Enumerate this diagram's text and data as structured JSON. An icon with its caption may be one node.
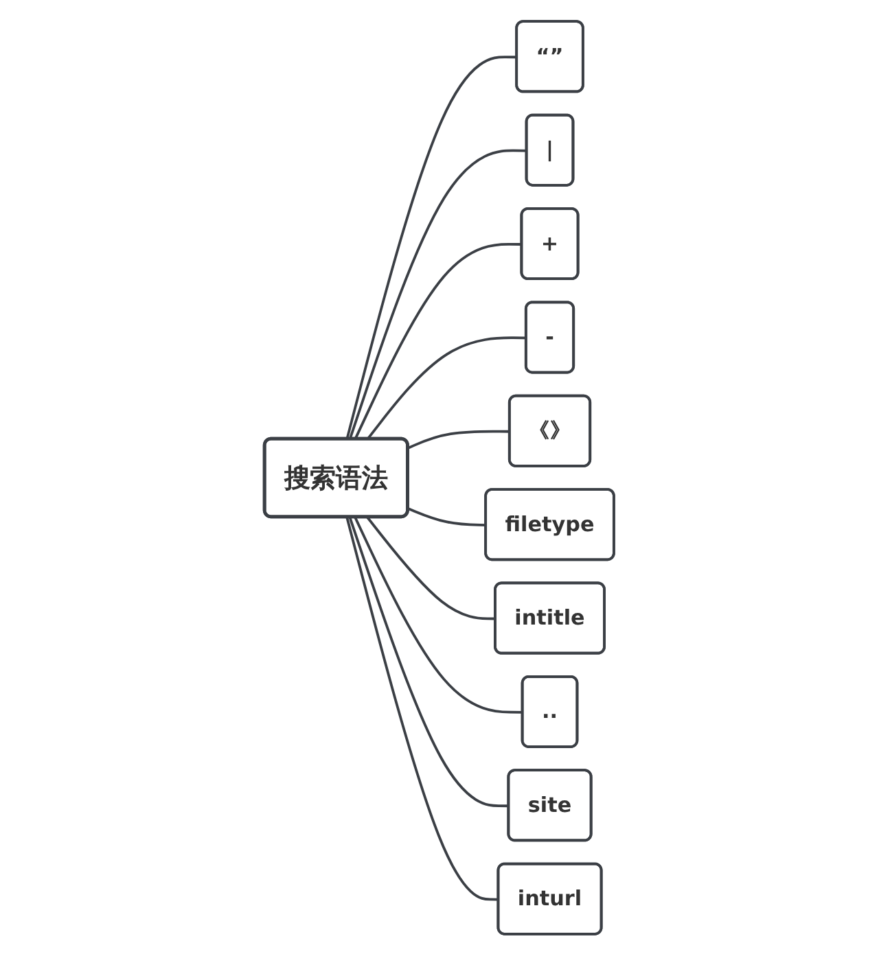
{
  "diagram": {
    "nodes": [
      {
        "text": [
          "搜索语法"
        ]
      },
      {
        "text": [
          "“”"
        ]
      },
      {
        "text": [
          "|"
        ]
      },
      {
        "text": [
          "+"
        ]
      },
      {
        "text": [
          "-"
        ]
      },
      {
        "text": [
          "《》"
        ]
      },
      {
        "text": [
          "filetype"
        ]
      },
      {
        "text": [
          "intitle"
        ]
      },
      {
        "text": [
          ".."
        ]
      },
      {
        "text": [
          "site"
        ]
      },
      {
        "text": [
          "inturl"
        ]
      }
    ],
    "edges": [
      {
        "from": 0,
        "to": 1,
        "arrow": "none"
      },
      {
        "from": 0,
        "to": 2,
        "arrow": "none"
      },
      {
        "from": 0,
        "to": 3,
        "arrow": "none"
      },
      {
        "from": 0,
        "to": 4,
        "arrow": "none"
      },
      {
        "from": 0,
        "to": 5,
        "arrow": "none"
      },
      {
        "from": 0,
        "to": 6,
        "arrow": "none"
      },
      {
        "from": 0,
        "to": 7,
        "arrow": "none"
      },
      {
        "from": 0,
        "to": 8,
        "arrow": "none"
      },
      {
        "from": 0,
        "to": 9,
        "arrow": "none"
      },
      {
        "from": 0,
        "to": 10,
        "arrow": "none"
      }
    ]
  }
}
